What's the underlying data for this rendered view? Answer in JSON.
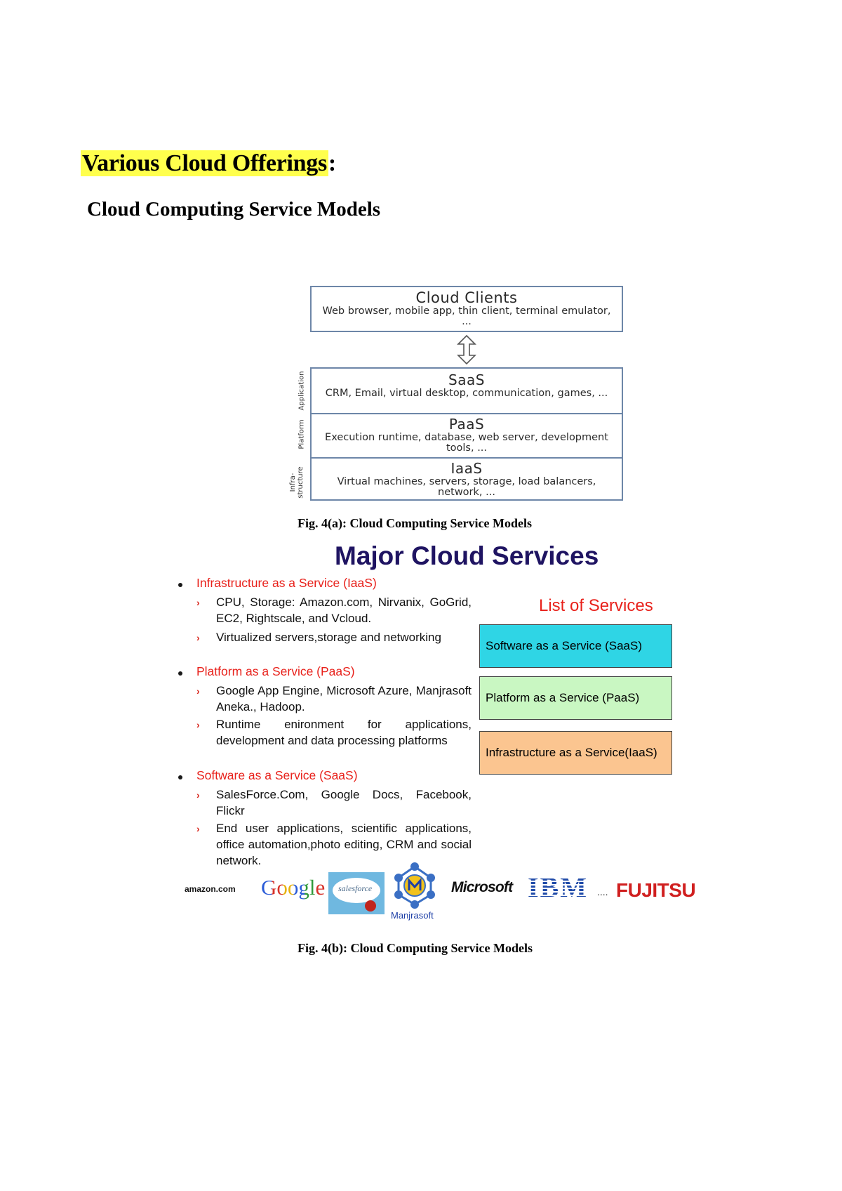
{
  "headings": {
    "title": "Various Cloud Offerings",
    "title_colon": ":",
    "subtitle": "Cloud Computing Service Models"
  },
  "fig_a": {
    "clients": {
      "title": "Cloud Clients",
      "desc": "Web browser, mobile app, thin client, terminal emulator, ..."
    },
    "layers": [
      {
        "title": "SaaS",
        "desc": "CRM, Email, virtual desktop, communication, games, ...",
        "side": "Application"
      },
      {
        "title": "PaaS",
        "desc": "Execution runtime, database, web server, development tools, ...",
        "side": "Platform"
      },
      {
        "title": "IaaS",
        "desc": "Virtual machines, servers, storage, load balancers, network, ...",
        "side": "Infra-structure"
      }
    ],
    "caption": "Fig. 4(a): Cloud Computing Service Models"
  },
  "fig_b": {
    "title": "Major Cloud Services",
    "sections": [
      {
        "head": "Infrastructure as a Service (IaaS)",
        "items": [
          "CPU, Storage: Amazon.com, Nirvanix, GoGrid, EC2, Rightscale, and Vcloud.",
          "Virtualized servers,storage and networking"
        ]
      },
      {
        "head": "Platform as a Service (PaaS)",
        "items": [
          "Google App Engine, Microsoft Azure, Manjrasoft Aneka., Hadoop.",
          "Runtime enironment for applications, development and data processing platforms"
        ]
      },
      {
        "head": "Software as a Service (SaaS)",
        "items": [
          "SalesForce.Com, Google Docs, Facebook, Flickr",
          "End user applications, scientific applications, office automation,photo editing, CRM and social network."
        ]
      }
    ],
    "list_title": "List of Services",
    "services": [
      {
        "label": "Software as a Service (SaaS)",
        "color": "#2fd5e5"
      },
      {
        "label": "Platform as a Service (PaaS)",
        "color": "#c9f7c2"
      },
      {
        "label": "Infrastructure as a Service(IaaS)",
        "color": "#fbc590"
      }
    ],
    "logos": {
      "amazon": "amazon.com",
      "google": "Google",
      "salesforce": "salesforce",
      "manjrasoft": "Manjrasoft",
      "microsoft": "Microsoft",
      "ibm": "IBM",
      "dots": "....",
      "fujitsu": "FUJITSU"
    },
    "caption": "Fig. 4(b): Cloud Computing Service Models"
  }
}
